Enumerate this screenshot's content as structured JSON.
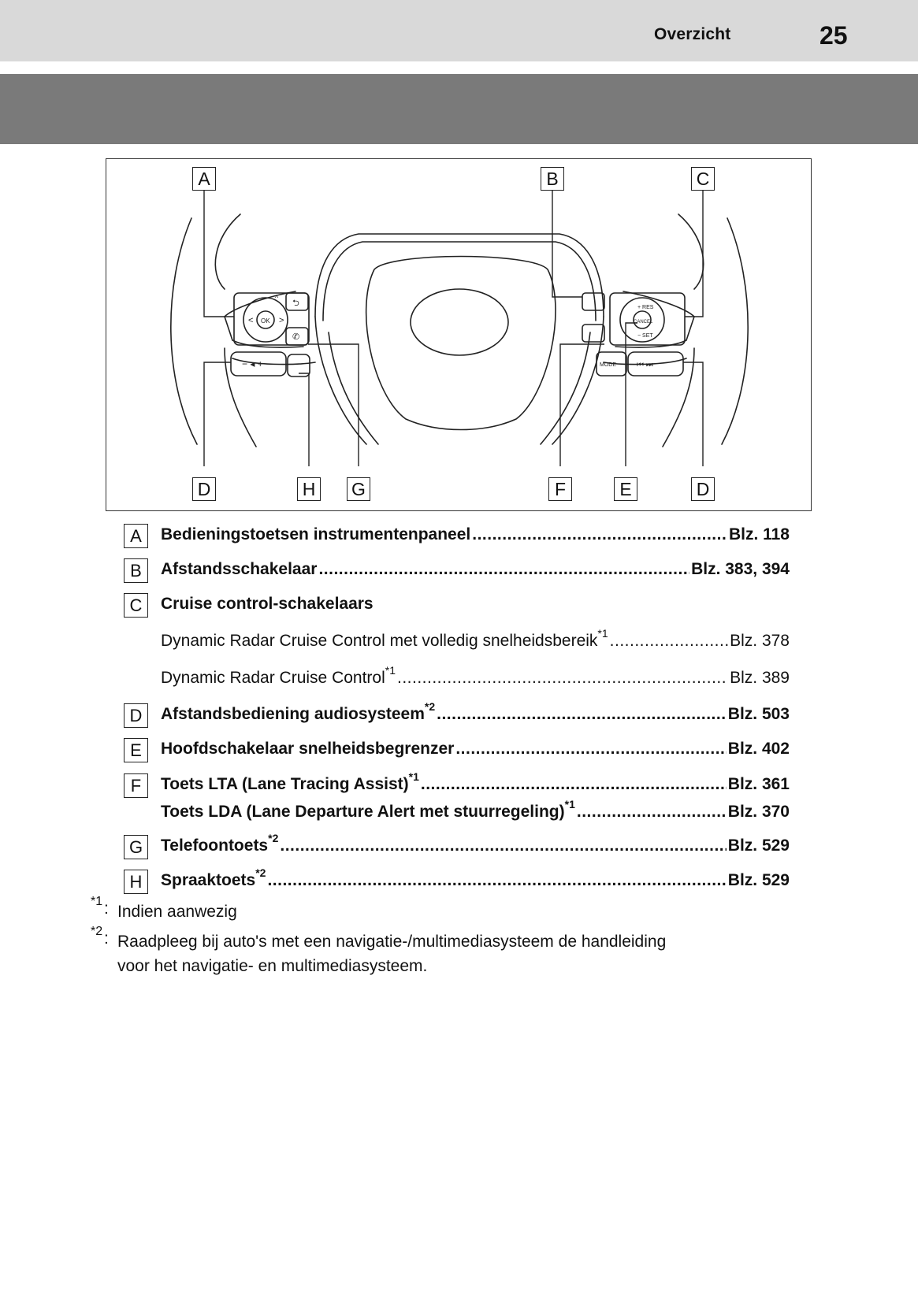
{
  "header": {
    "section_title": "Overzicht",
    "page_number": "25"
  },
  "figure": {
    "callouts_top": [
      "A",
      "B",
      "C"
    ],
    "callouts_bottom": [
      "D",
      "H",
      "G",
      "F",
      "E",
      "D"
    ],
    "button_labels": {
      "ok": "OK",
      "res": "+ RES",
      "cancel": "CANCEL",
      "set": "− SET",
      "mode": "MODE"
    }
  },
  "entries": [
    {
      "letter": "A",
      "label": "Bedieningstoetsen instrumentenpaneel",
      "sup": "",
      "page": "Blz. 118",
      "bold": true
    },
    {
      "letter": "B",
      "label": "Afstandsschakelaar",
      "sup": "",
      "page": "Blz. 383, 394",
      "bold": true
    },
    {
      "letter": "C",
      "label": "Cruise control-schakelaars",
      "sup": "",
      "page": "",
      "bold": true
    },
    {
      "letter": "",
      "label": "Dynamic Radar Cruise Control met volledig snelheidsbereik",
      "sup": "*1",
      "page": "Blz. 378",
      "bold": false
    },
    {
      "letter": "",
      "label": "Dynamic Radar Cruise Control",
      "sup": "*1",
      "page": "Blz. 389",
      "bold": false
    },
    {
      "letter": "D",
      "label": "Afstandsbediening audiosysteem",
      "sup": "*2",
      "page": "Blz. 503",
      "bold": true
    },
    {
      "letter": "E",
      "label": "Hoofdschakelaar snelheidsbegrenzer",
      "sup": "",
      "page": "Blz. 402",
      "bold": true
    },
    {
      "letter": "F",
      "label": "Toets LTA (Lane Tracing Assist)",
      "sup": "*1",
      "page": "Blz. 361",
      "bold": true
    },
    {
      "letter": "",
      "label": "Toets LDA (Lane Departure Alert met stuurregeling)",
      "sup": "*1",
      "page": "Blz. 370",
      "bold": true
    },
    {
      "letter": "G",
      "label": "Telefoontoets",
      "sup": "*2",
      "page": "Blz. 529",
      "bold": true
    },
    {
      "letter": "H",
      "label": "Spraaktoets",
      "sup": "*2",
      "page": "Blz. 529",
      "bold": true
    }
  ],
  "footnotes": [
    {
      "mark": "*1",
      "text_lines": [
        "Indien aanwezig"
      ]
    },
    {
      "mark": "*2",
      "text_lines": [
        "Raadpleeg bij auto's met een navigatie-/multimediasysteem de handleiding",
        "voor het navigatie- en multimediasysteem."
      ]
    }
  ]
}
